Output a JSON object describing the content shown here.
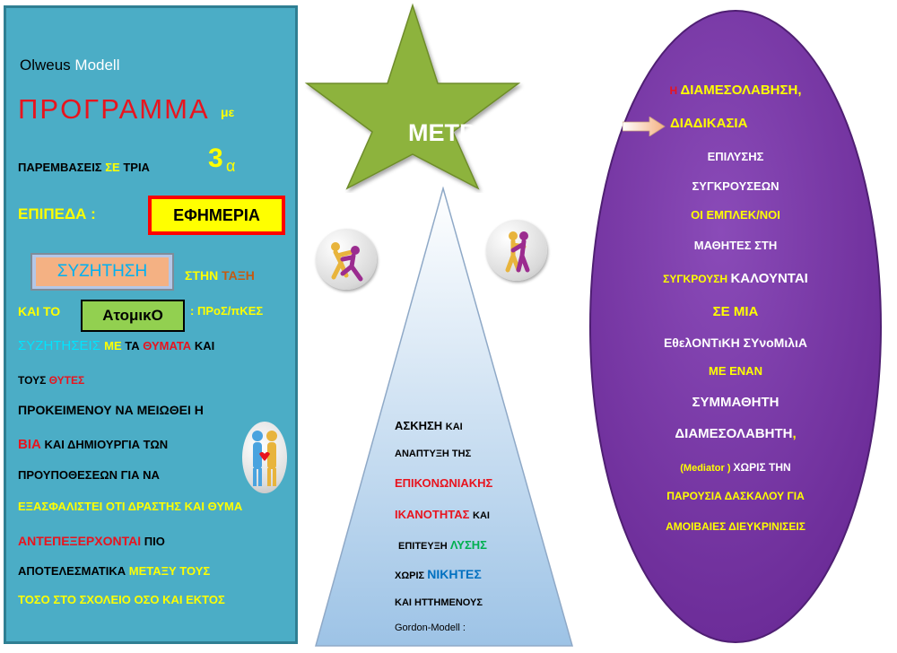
{
  "left": {
    "l1": {
      "a": "Olweus",
      "b": " Modell"
    },
    "l2": {
      "a": "ΠΡΟΓΡΑΜΜΑ",
      "b": "με"
    },
    "l3": {
      "a": "ΠΑΡΕΜΒΑΣΕΙΣ ",
      "b": "ΣΕ",
      "c": " ΤΡΙΑ ",
      "d": "3",
      "e": "α"
    },
    "l4": {
      "a": "ΕΠΙΠΕΔΑ  :"
    },
    "efimeria": "ΕΦΗΜΕΡΙΑ",
    "syzitisi": "ΣΥΖΗΤΗΣΗ",
    "l5": {
      "a": "ΣΤΗΝ ",
      "b": "ΤΑΞΗ"
    },
    "l6": {
      "a": "ΚΑΙ ΤΟ"
    },
    "atomiko": "ΑτομικΟ",
    "l6b": {
      "a": ": ΠΡοΣ/πΚΕΣ"
    },
    "l7": {
      "a": "ΣΥΖΗΤΗΣΕΙΣ ",
      "b": "ΜΕ ",
      "c": "ΤΑ ",
      "d": "ΘΥΜΑΤΑ ",
      "e": "ΚΑΙ"
    },
    "l8": {
      "a": "ΤΟΥΣ ",
      "b": "ΘΥΤΕΣ"
    },
    "l9": {
      "a": "ΠΡΟΚΕΙΜΕΝΟΥ ΝΑ ΜΕΙΩΘΕΙ  Η"
    },
    "l10": {
      "a": "ΒΙΑ",
      "b": "  ΚΑΙ ΔΗΜΙΟΥΡΓΙΑ ΤΩΝ"
    },
    "l11": {
      "a": "ΠΡΟΥΠΟΘΕΣΕΩΝ ΓΙΑ ΝΑ"
    },
    "l12": {
      "a": "ΕΞΑΣΦΑΛΙΣΤΕΙ ΟΤΙ ΔΡΑΣΤΗΣ ΚΑΙ ΘΥΜΑ"
    },
    "l13": {
      "a": "ΑΝΤΕΠΕΞΕΡΧΟΝΤΑΙ",
      "b": "  ΠΙΟ"
    },
    "l14": {
      "a": "ΑΠΟΤΕΛΕΣΜΑΤΙΚΑ ",
      "b": "ΜΕΤΑΞΥ ΤΟΥΣ"
    },
    "l15": {
      "a": "ΤΟΣΟ ΣΤΟ ΣΧΟΛΕΙΟ ΟΣΟ  ΚΑΙ ΕΚΤΟΣ"
    }
  },
  "star": {
    "label": "ΜΕΤΡΑ"
  },
  "triangle": {
    "t1": {
      "a": "ΑΣΚΗΣΗ ",
      "b": "ΚΑΙ"
    },
    "t2": {
      "a": "ΑΝΑΠΤΥΞΗ ΤΗΣ"
    },
    "t3": {
      "a": "ΕΠΙΚΟΝΩΝΙΑΚΗΣ"
    },
    "t4": {
      "a": "ΙΚΑΝΟΤΗΤΑΣ ",
      "b": "ΚΑΙ"
    },
    "t5": {
      "a": "ΕΠΙΤΕΥΞΗ ",
      "b": "ΛΥΣΗΣ"
    },
    "t6": {
      "a": "ΧΩΡΙΣ ",
      "b": "ΝΙΚΗΤΕΣ"
    },
    "t7": {
      "a": "ΚΑΙ ΗΤΤΗΜΕΝΟΥΣ"
    },
    "t8": {
      "a": "Gordon-Modell :"
    }
  },
  "oval": {
    "o1": {
      "a": "Η ",
      "b": "ΔΙΑΜΕΣΟΛΑΒΗΣΗ",
      "c": ","
    },
    "o2": {
      "a": "ΔΙΑΔΙΚΑΣΙΑ"
    },
    "o3": {
      "a": "ΕΠΙΛΥΣΗΣ"
    },
    "o4": {
      "a": "ΣΥΓΚΡΟΥΣΕΩΝ"
    },
    "o5": {
      "a": "ΟΙ ΕΜΠΛΕΚ/ΝΟΙ"
    },
    "o6": {
      "a": "ΜΑΘΗΤΕΣ ΣΤΗ"
    },
    "o7": {
      "a": "ΣΥΓΚΡΟΥΣΗ ",
      "b": "ΚΑΛΟΥΝΤΑΙ"
    },
    "o8": {
      "a": "ΣΕ ΜΙΑ"
    },
    "o9": {
      "a": "ΕθελΟΝΤιΚΗ ΣΥνοΜιλιΑ"
    },
    "o10": {
      "a": "ΜΕ ΕΝΑΝ"
    },
    "o11": {
      "a": "ΣΥΜΜΑΘΗΤΗ"
    },
    "o12": {
      "a": "ΔΙΑΜΕΣΟΛΑΒΗΤΗ",
      "b": ","
    },
    "o13": {
      "a": "(Mediator ) ",
      "b": "ΧΩΡΙΣ ΤΗΝ"
    },
    "o14": {
      "a": "ΠΑΡΟΥΣΙΑ ΔΑΣΚΑΛΟΥ ΓΙΑ"
    },
    "o15": {
      "a": "ΑΜΟΙΒΑΙΕΣ ΔΙΕΥΚΡΙΝΙΣΕΙΣ"
    }
  },
  "colors": {
    "yellow": "#ffff00",
    "red": "#e8141e",
    "green": "#92d050",
    "cyan": "#00e5ff",
    "purple": "#7030a0",
    "pink": "#ff66cc",
    "oval_fill": "#7f3fa8",
    "star_fill": "#8db33c",
    "panel": "#4badc6"
  }
}
